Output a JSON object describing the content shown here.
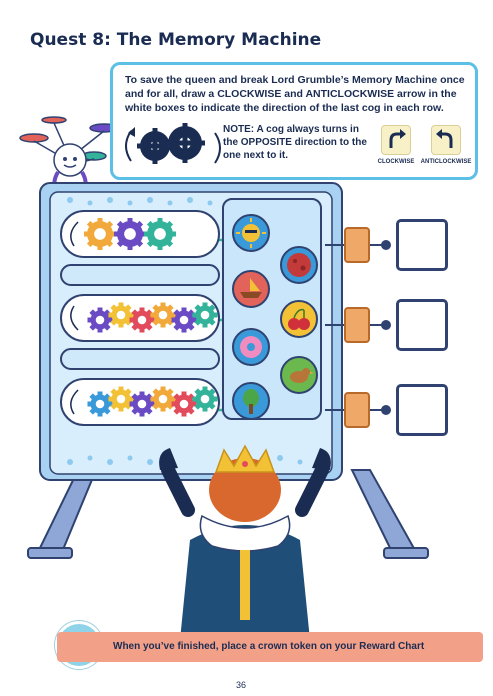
{
  "title": "Quest 8: The Memory Machine",
  "instructions": "To save the queen and break Lord Grumble’s Memory Machine once and for all, draw a CLOCKWISE and ANTICLOCKWISE arrow in the white boxes to indicate the direction of the last cog in each row.",
  "note": "NOTE: A cog always turns in the OPPOSITE direction to the one next to it.",
  "examples": [
    {
      "label": "CLOCKWISE",
      "icon": "clockwise-arrow-icon"
    },
    {
      "label": "ANTICLOCKWISE",
      "icon": "anticlockwise-arrow-icon"
    }
  ],
  "machine": {
    "cog_rows": [
      {
        "start_direction": "clockwise",
        "cog_colors": [
          "#f2a93b",
          "#6a4bc4",
          "#33b39a"
        ]
      },
      {
        "start_direction": "anticlockwise",
        "cog_colors": [
          "#6a4bc4",
          "#f2c135",
          "#e24b5b",
          "#f2a93b",
          "#6a4bc4",
          "#33b39a"
        ]
      },
      {
        "start_direction": "clockwise",
        "cog_colors": [
          "#3a9ad9",
          "#f2c135",
          "#6a4bc4",
          "#f2a93b",
          "#e24b5b",
          "#33b39a"
        ]
      }
    ],
    "pictures": [
      "sun",
      "moon",
      "boat",
      "cherries",
      "donut",
      "bird",
      "tree"
    ],
    "answer_boxes": 3
  },
  "footer": "When you’ve finished, place a crown token on your Reward Chart",
  "page_number": "36",
  "colors": {
    "title": "#1b2c52",
    "accent_blue": "#5cc0e6",
    "machine_body": "#a9d2f2",
    "footer_band": "#f3a089",
    "tab_orange": "#f0a868"
  }
}
